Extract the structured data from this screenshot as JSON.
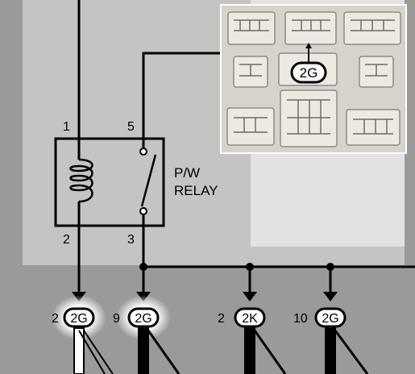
{
  "relay": {
    "name_line1": "P/W",
    "name_line2": "RELAY",
    "pins": {
      "coil_top": "1",
      "coil_bottom": "2",
      "switch_top": "5",
      "switch_bottom": "3"
    }
  },
  "connectors": [
    {
      "pin": "2",
      "code": "2G",
      "highlighted": true
    },
    {
      "pin": "9",
      "code": "2G",
      "highlighted": true
    },
    {
      "pin": "2",
      "code": "2K",
      "highlighted": false
    },
    {
      "pin": "10",
      "code": "2G",
      "highlighted": false
    }
  ],
  "inset": {
    "callout": "2G"
  },
  "colors": {
    "background_outer": "#9a9a9a",
    "background_mid": "#c4c4c4",
    "background_inner": "#e2e2e2",
    "wire": "#000000",
    "photo_bg": "#d6d3cc"
  }
}
